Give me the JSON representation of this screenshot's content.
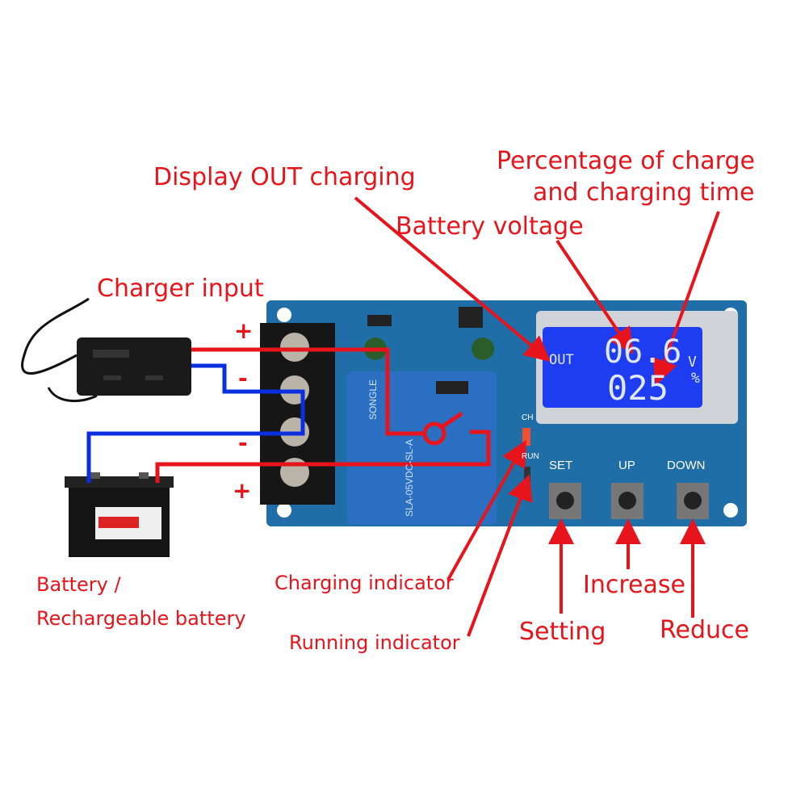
{
  "labels": {
    "display_out": "Display OUT charging",
    "percentage_line1": "Percentage of charge",
    "percentage_line2": "and charging time",
    "battery_voltage": "Battery voltage",
    "charger_input": "Charger input",
    "battery_line1": "Battery /",
    "battery_line2": "Rechargeable battery",
    "charging_indicator": "Charging indicator",
    "running_indicator": "Running indicator",
    "setting": "Setting",
    "increase": "Increase",
    "reduce": "Reduce"
  },
  "terminals": {
    "plus_top": "+",
    "minus_1": "-",
    "minus_2": "-",
    "plus_bottom": "+"
  },
  "lcd": {
    "mode": "OUT",
    "voltage": "06.6",
    "voltage_unit": "V",
    "percent": "025",
    "percent_unit": "%"
  },
  "board": {
    "set": "SET",
    "up": "UP",
    "down": "DOWN",
    "ch": "CH",
    "run": "RUN",
    "relay_brand": "SONGLE",
    "relay_model": "SLA-05VDC-SL-A"
  },
  "colors": {
    "wire_positive": "#e8141b",
    "wire_negative": "#0a2fe0",
    "board": "#1f6ea8",
    "lcd": "#1f3df0"
  }
}
